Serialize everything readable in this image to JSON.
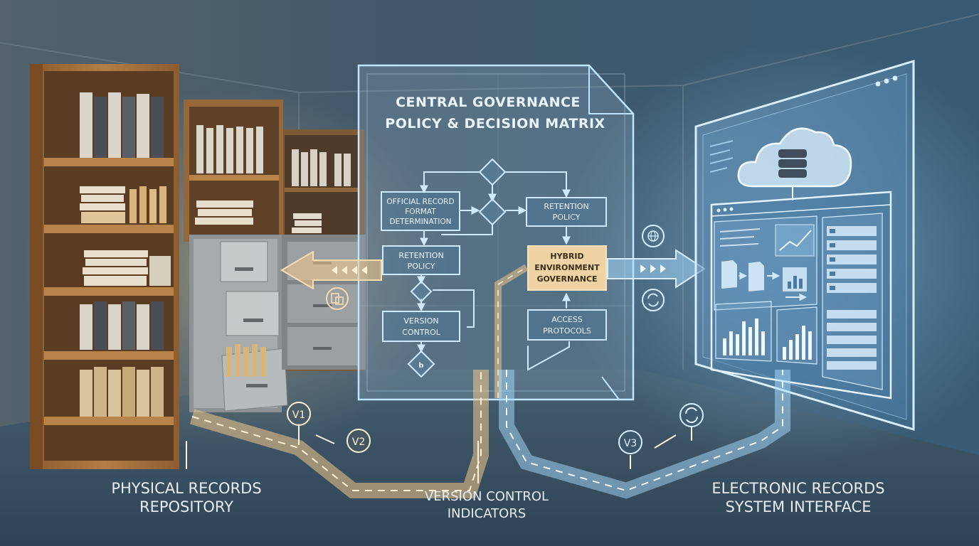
{
  "policy": {
    "title_line1": "CENTRAL GOVERNANCE",
    "title_line2": "POLICY & DECISION MATRIX"
  },
  "nodes": {
    "official_record_format": [
      "OFFICIAL RECORD",
      "FORMAT",
      "DETERMINATION"
    ],
    "retention_policy_left": [
      "RETENTION",
      "POLICY"
    ],
    "retention_policy_right": [
      "RETENTION",
      "POLICY"
    ],
    "version_control": [
      "VERSION",
      "CONTROL"
    ],
    "access_protocols": [
      "ACCESS",
      "PROTOCOLS"
    ],
    "hybrid_governance": [
      "HYBRID",
      "ENVIRONMENT",
      "GOVERNANCE"
    ],
    "decision_small_mark": "b"
  },
  "version_markers": [
    "V1",
    "V2",
    "V3"
  ],
  "captions": {
    "physical": [
      "PHYSICAL RECORDS",
      "REPOSITORY"
    ],
    "version": [
      "VERSION CONTROL",
      "INDICATORS"
    ],
    "electronic": [
      "ELECTRONIC RECORDS",
      "SYSTEM INTERFACE"
    ]
  },
  "icons": [
    "database-cloud-icon",
    "globe-icon",
    "sync-icon",
    "document-icon",
    "bar-chart-icon",
    "line-chart-icon",
    "server-rack-icon",
    "folder-transfer-icon"
  ],
  "colors": {
    "background": "#3c5568",
    "wood": "#a9743f",
    "cabinet": "#9da3a6",
    "blueprint_line": "#bfe4ff",
    "physical_flow": "#f3c98a",
    "digital_flow": "#a9ddff",
    "hybrid_box": "#f1d2a3",
    "caption": "#e6edf2"
  }
}
